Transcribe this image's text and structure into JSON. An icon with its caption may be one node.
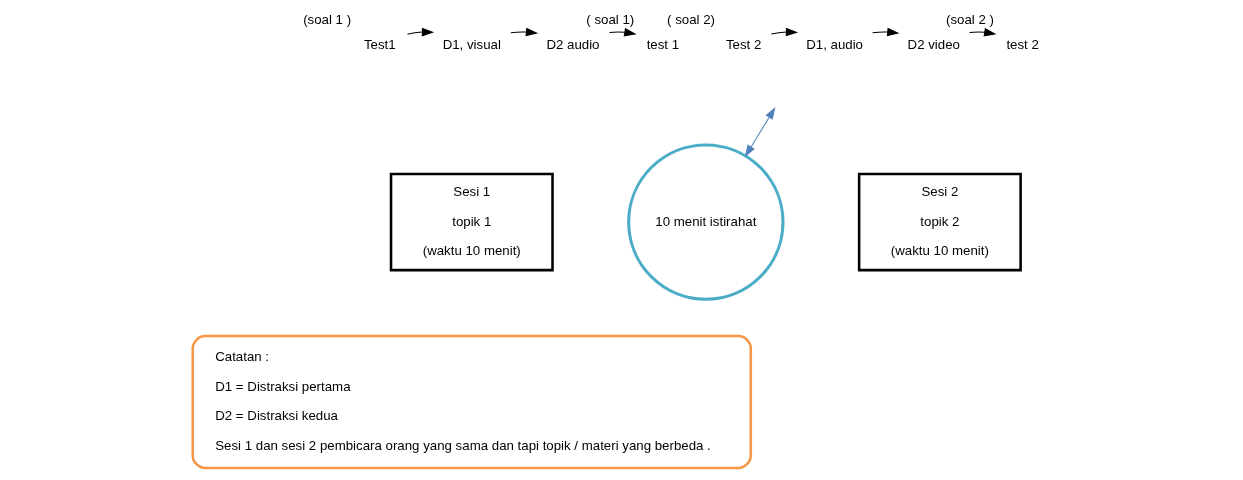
{
  "diagram": {
    "nodes": [
      {
        "text": [
          "Test1"
        ],
        "beside": [
          "(soal 1 )"
        ]
      },
      {
        "text": [
          "D1, visual"
        ]
      },
      {
        "text": [
          "D2 audio"
        ]
      },
      {
        "text": [
          "test 1"
        ],
        "beside": [
          "( soal 1)"
        ]
      },
      {
        "text": [
          "Test 2"
        ],
        "beside": [
          "( soal 2)"
        ]
      },
      {
        "text": [
          "D1, audio"
        ]
      },
      {
        "text": [
          "D2 video"
        ]
      },
      {
        "text": [
          "test 2"
        ],
        "beside": [
          "(soal 2 )"
        ]
      },
      {
        "text": [
          "Sesi 1",
          "topik 1",
          "(waktu 10 menit)"
        ]
      },
      {
        "text": [
          "10 menit istirahat"
        ]
      },
      {
        "text": [
          "Sesi 2",
          "topik 2",
          "(waktu 10 menit)"
        ]
      },
      {
        "text": [
          "Catatan :",
          "D1 = Distraksi pertama",
          "D2 = Distraksi kedua",
          "Sesi 1 dan sesi 2 pembicara orang yang sama dan tapi topik / materi yang berbeda ."
        ]
      }
    ],
    "edges": [
      {
        "from": 0,
        "to": 1,
        "arrow": "to"
      },
      {
        "from": 1,
        "to": 2,
        "arrow": "to"
      },
      {
        "from": 2,
        "to": 3,
        "arrow": "to"
      },
      {
        "from": 4,
        "to": 5,
        "arrow": "to"
      },
      {
        "from": 5,
        "to": 6,
        "arrow": "to"
      },
      {
        "from": 6,
        "to": 7,
        "arrow": "to"
      },
      {
        "from": null,
        "to": 9,
        "arrow": "both",
        "color": "#4f81bd"
      }
    ]
  }
}
